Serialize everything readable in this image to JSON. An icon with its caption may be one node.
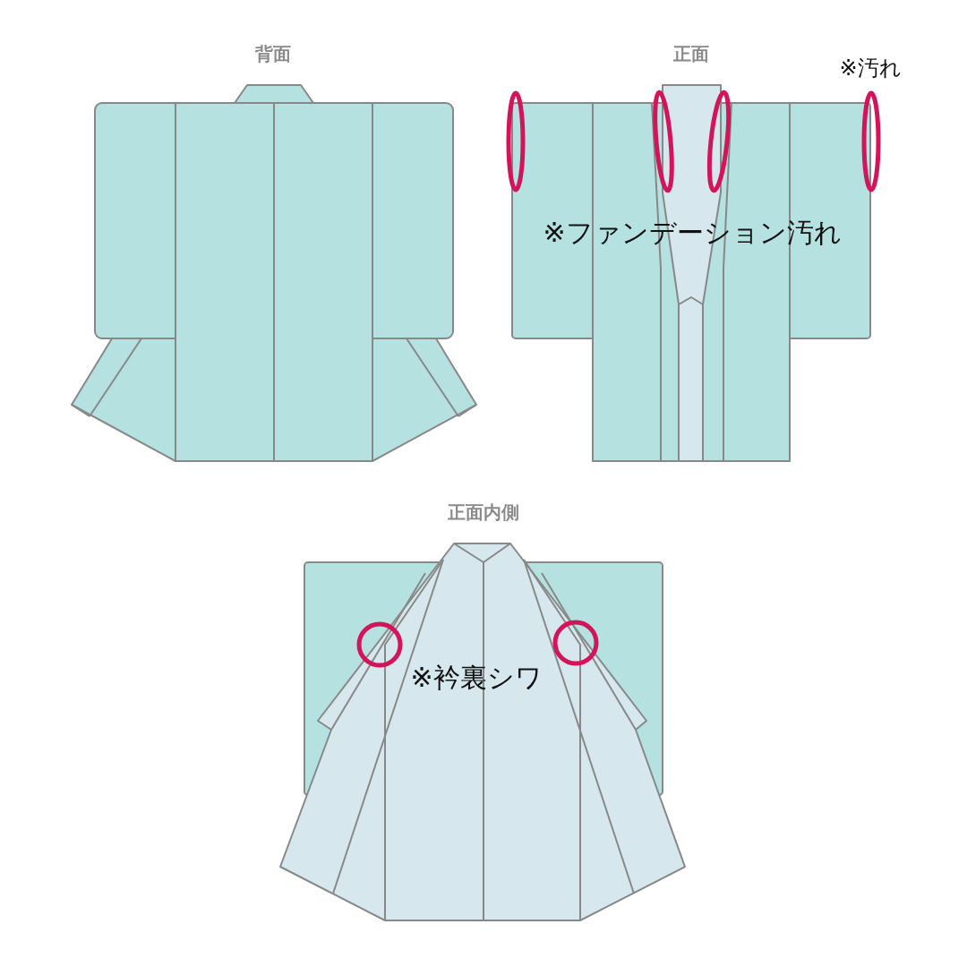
{
  "diagram": {
    "labels": [
      "背面",
      "正面",
      "※汚れ",
      "※ファンデーション汚れ",
      "正面内側",
      "※衿裏シワ"
    ]
  }
}
